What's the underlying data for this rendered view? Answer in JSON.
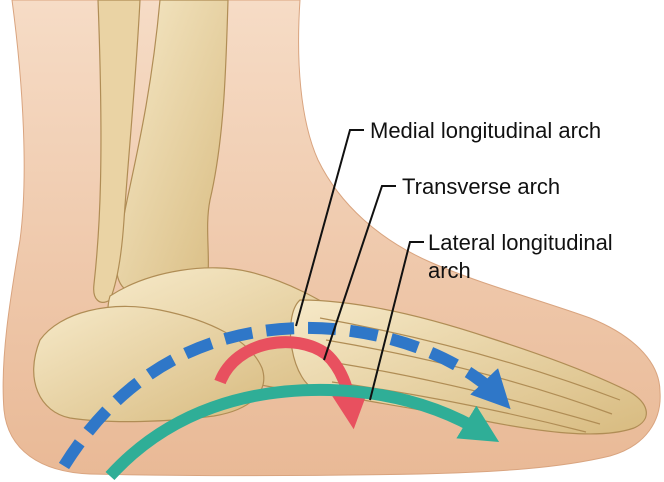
{
  "labels": {
    "medial": "Medial longitudinal arch",
    "transverse": "Transverse arch",
    "lateral_line1": "Lateral longitudinal",
    "lateral_line2": "arch"
  },
  "colors": {
    "skin": "#f2d3b8",
    "skin_shadow": "#e3b48f",
    "bone": "#efdcb1",
    "bone_shadow": "#c9a86a",
    "medial_arrow": "#2f77c8",
    "transverse_arrow": "#e8505f",
    "lateral_arrow": "#2fae97",
    "leader_line": "#111111"
  }
}
